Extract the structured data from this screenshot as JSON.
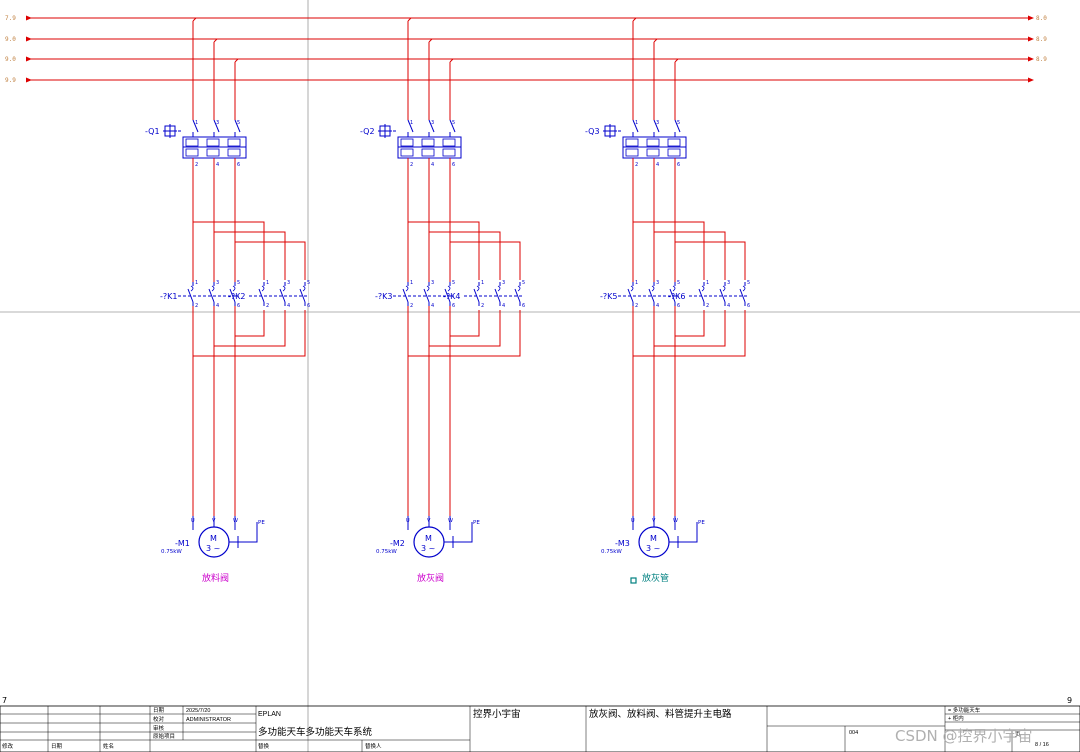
{
  "buses": {
    "left_labels": [
      "7.9",
      "9.0",
      "9.0",
      "9.9"
    ],
    "right_labels": [
      "8.0",
      "8.9",
      "8.9"
    ]
  },
  "circuits": [
    {
      "breaker": "-Q1",
      "contactor_a": "-?K1",
      "contactor_b": "-?K2",
      "motor": "-M1",
      "rating": "0.75kW",
      "function": "放料阀",
      "motor_mark": "M",
      "motor_phase": "3 ~",
      "pe": "PE",
      "function_selected": false
    },
    {
      "breaker": "-Q2",
      "contactor_a": "-?K3",
      "contactor_b": "-?K4",
      "motor": "-M2",
      "rating": "0.75kW",
      "function": "放灰阀",
      "motor_mark": "M",
      "motor_phase": "3 ~",
      "pe": "PE",
      "function_selected": false
    },
    {
      "breaker": "-Q3",
      "contactor_a": "-?K5",
      "contactor_b": "-?K6",
      "motor": "-M3",
      "rating": "0.75kW",
      "function": "放灰管",
      "motor_mark": "M",
      "motor_phase": "3 ~",
      "pe": "PE",
      "function_selected": true
    }
  ],
  "pin_labels": {
    "top": [
      "1",
      "3",
      "5"
    ],
    "bottom": [
      "2",
      "4",
      "6"
    ],
    "motor": [
      "U",
      "V",
      "W"
    ]
  },
  "column_numbers": {
    "left": "7",
    "right": "9"
  },
  "title_block": {
    "row_labels": [
      "日期",
      "校对",
      "审核",
      "原始项目"
    ],
    "date": "2025/7/20",
    "checker": "ADMINISTRATOR",
    "bottom_labels": [
      "修改",
      "日期",
      "姓名"
    ],
    "software": "EPLAN",
    "project": "多功能天车多功能天车系统",
    "replace_label": "替换",
    "replaced_by_label": "替换人",
    "company": "控界小宇宙",
    "page_title": "放灰阀、放料阀、料管提升主电路",
    "page_code": "004",
    "right_lines": [
      "= 多功能天车",
      "+ 柜内"
    ],
    "page_label": "页",
    "page_info": "8 / 16"
  },
  "watermark": "CSDN @控界小宇宙"
}
